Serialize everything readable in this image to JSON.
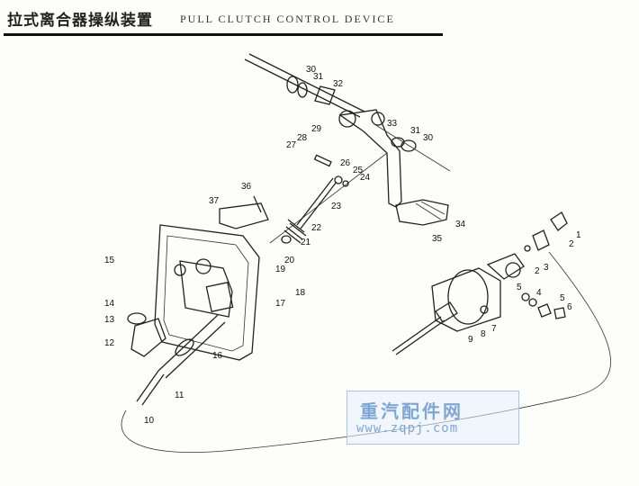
{
  "header": {
    "title_zh": "拉式离合器操纵装置",
    "title_en": "PULL CLUTCH CONTROL DEVICE"
  },
  "watermark": {
    "text_zh": "重汽配件网",
    "url": "www.zqpj.com",
    "color": "#7fa7d4"
  },
  "callouts": [
    "1",
    "2",
    "3",
    "2",
    "5",
    "4",
    "5",
    "6",
    "7",
    "8",
    "9",
    "10",
    "11",
    "12",
    "13",
    "14",
    "15",
    "16",
    "17",
    "18",
    "19",
    "20",
    "21",
    "22",
    "23",
    "24",
    "25",
    "26",
    "27",
    "28",
    "29",
    "30",
    "31",
    "32",
    "30",
    "31",
    "33",
    "34",
    "35",
    "36",
    "37"
  ]
}
